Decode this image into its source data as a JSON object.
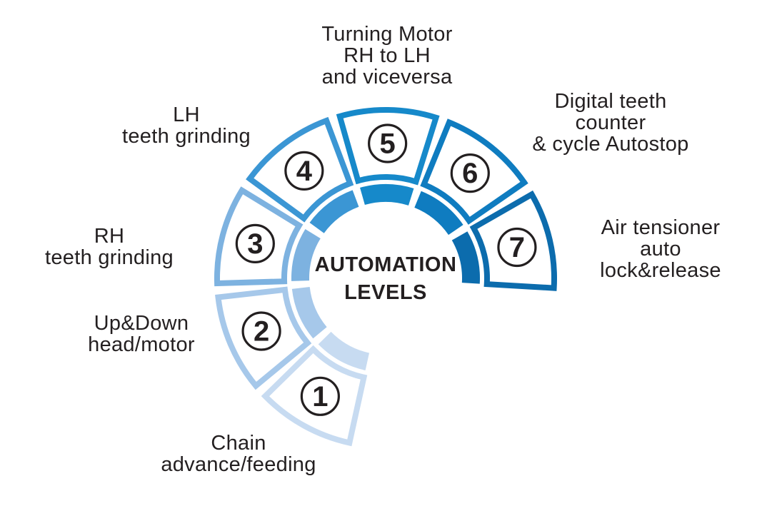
{
  "diagram": {
    "title_line1": "AUTOMATION",
    "title_line2": "LEVELS",
    "text_color": "#231f20",
    "background_color": "#ffffff",
    "segments": [
      {
        "number": "1",
        "color": "#c7dbf1",
        "label": [
          "Chain",
          "advance/feeding"
        ]
      },
      {
        "number": "2",
        "color": "#a6c8ea",
        "label": [
          "Up&Down",
          "head/motor"
        ]
      },
      {
        "number": "3",
        "color": "#7db2e0",
        "label": [
          "RH",
          "teeth grinding"
        ]
      },
      {
        "number": "4",
        "color": "#3b96d4",
        "label": [
          "LH",
          "teeth grinding"
        ]
      },
      {
        "number": "5",
        "color": "#1689ca",
        "label": [
          "Turning Motor",
          "RH to LH",
          "and viceversa"
        ]
      },
      {
        "number": "6",
        "color": "#0f7cc0",
        "label": [
          "Digital teeth",
          "counter",
          "& cycle Autostop"
        ]
      },
      {
        "number": "7",
        "color": "#0c6cad",
        "label": [
          "Air tensioner",
          "auto",
          "lock&release"
        ]
      }
    ]
  }
}
